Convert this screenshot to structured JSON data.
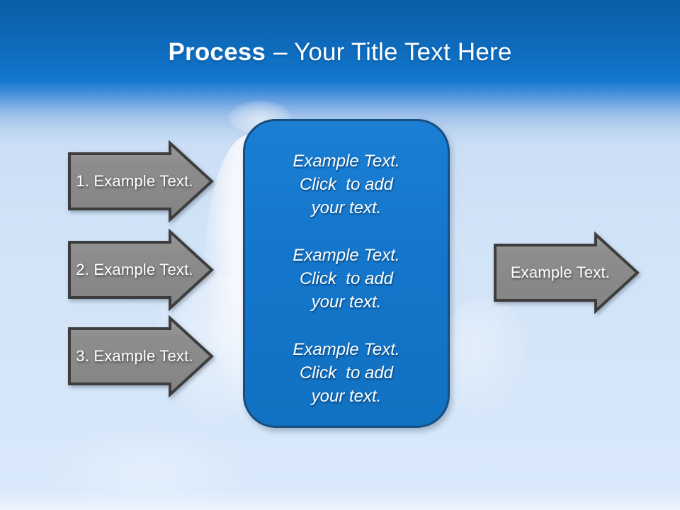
{
  "title": {
    "bold": "Process",
    "rest": "– Your Title Text Here"
  },
  "left_arrows": [
    {
      "label": "1. Example Text."
    },
    {
      "label": "2. Example Text."
    },
    {
      "label": "3. Example Text."
    }
  ],
  "right_arrow": {
    "label": "Example Text."
  },
  "center_box": {
    "blocks": [
      {
        "lines": [
          "Example Text.",
          "Click  to add",
          "your text."
        ]
      },
      {
        "lines": [
          "Example Text.",
          "Click  to add",
          "your text."
        ]
      },
      {
        "lines": [
          "Example Text.",
          "Click  to add",
          "your text."
        ]
      }
    ]
  },
  "colors": {
    "sky_top": "#0a5ea7",
    "sky_bright_band": "#1277cf",
    "sky_bottom": "#d9e9fb",
    "box_fill": "#1476cb",
    "box_border": "#154e82",
    "arrow_fill": "#8a8a8a",
    "arrow_border": "#3d3d3d",
    "text": "#ffffff"
  }
}
